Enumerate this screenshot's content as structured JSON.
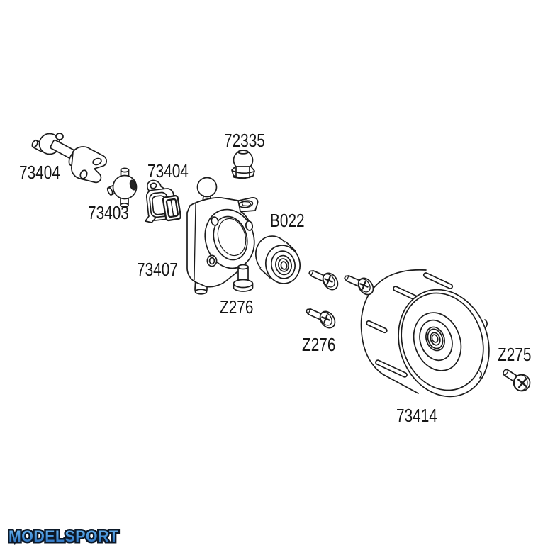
{
  "diagram": {
    "parts": [
      {
        "id": "drive-shaft",
        "label": "73404"
      },
      {
        "id": "spider-joint",
        "label": "73403"
      },
      {
        "id": "axle-coupling",
        "label": "73404"
      },
      {
        "id": "ball-nut",
        "label": "72335"
      },
      {
        "id": "hub-carrier",
        "label": "73407"
      },
      {
        "id": "ball-bearing",
        "label": "B022"
      },
      {
        "id": "bushing",
        "label": "Z276"
      },
      {
        "id": "screw-set",
        "label": "Z276"
      },
      {
        "id": "wheel",
        "label": "73414"
      },
      {
        "id": "screw-small",
        "label": "Z275"
      }
    ]
  },
  "watermark": {
    "text": "MODELSPORT"
  },
  "colors": {
    "background": "#ffffff",
    "line": "#1c1c1c",
    "label_text": "#151515",
    "logo_fill_top": "#6db6f2",
    "logo_fill_bottom": "#2465b4",
    "logo_outline": "#0c1827"
  }
}
